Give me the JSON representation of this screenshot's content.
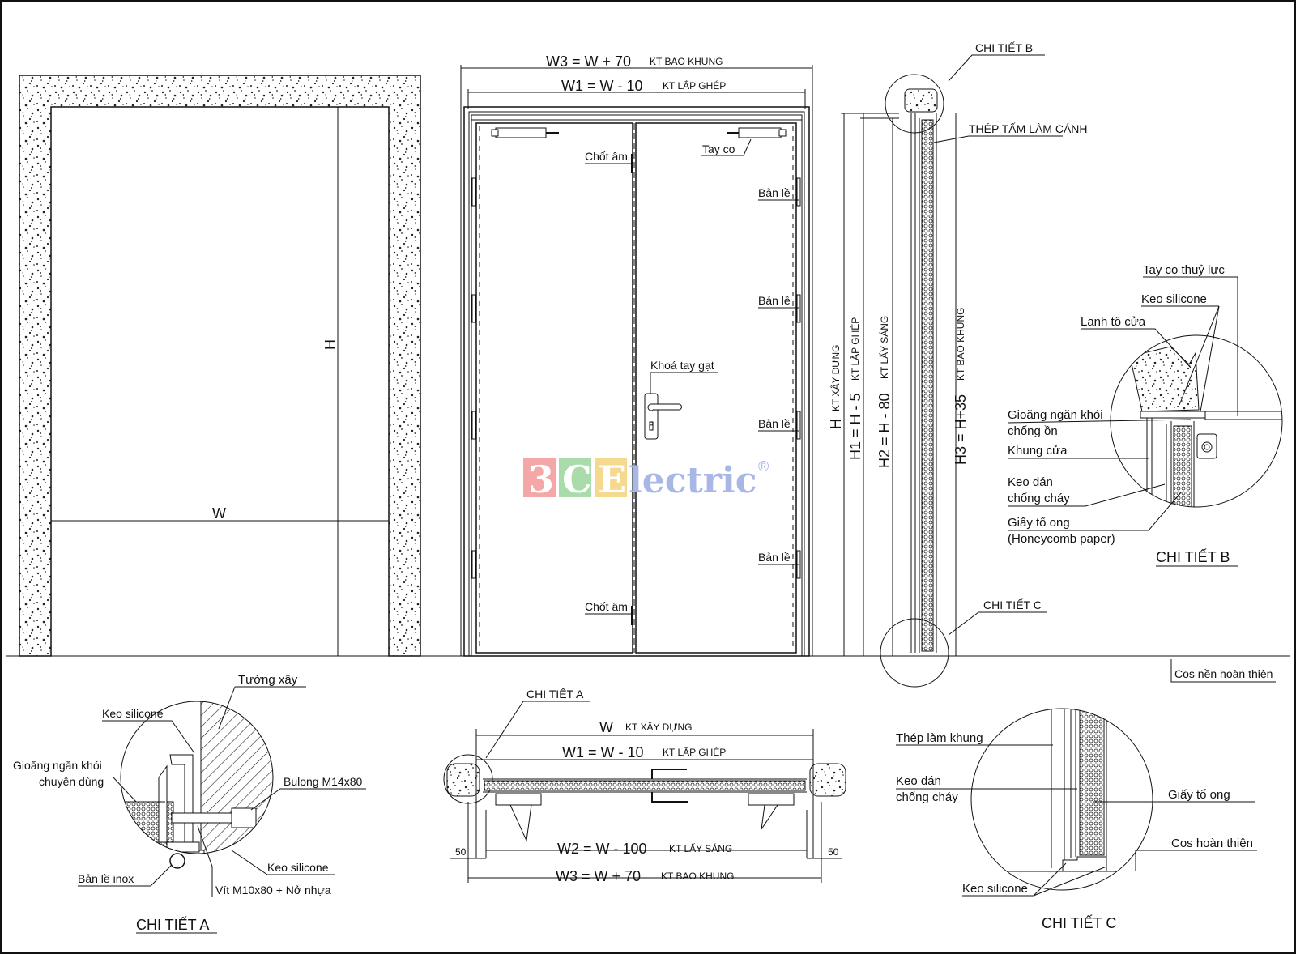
{
  "elevation_single": {
    "label_w": "W",
    "label_h": "H"
  },
  "door_front": {
    "w3_main": "W3 = W + 70",
    "w3_sub": "KT BAO KHUNG",
    "w1_main": "W1 = W - 10",
    "w1_sub": "KT LẮP GHÉP",
    "chot_am_top": "Chốt âm",
    "tay_co": "Tay co",
    "ban_le_1": "Bản lề",
    "ban_le_2": "Bản lề",
    "ban_le_3": "Bản lề",
    "ban_le_4": "Bản lề",
    "khoa": "Khoá tay gạt",
    "chot_am_bottom": "Chốt âm"
  },
  "watermark": {
    "p1": "3",
    "p2": "C",
    "p3": "E",
    "rest": "lectric",
    "reg": "®"
  },
  "heights": {
    "h_main": "H",
    "h_sub": "KT XÂY DỰNG",
    "h1_main": "H1 = H - 5",
    "h1_sub": "KT LẮP GHÉP",
    "h2_main": "H2 = H - 80",
    "h2_sub": "KT LẤY SÁNG",
    "h3_main": "H3 = H+35",
    "h3_sub": "KT BAO KHUNG"
  },
  "section": {
    "chi_tiet_b": "CHI TIẾT B",
    "thep_tam": "THÉP TẤM LÀM CÁNH",
    "chi_tiet_c": "CHI TIẾT C",
    "cos_nen": "Cos nền hoàn thiện"
  },
  "detail_b": {
    "tay_co_thuy_luc": "Tay co thuỷ lực",
    "keo_silicone": "Keo silicone",
    "lanh_to": "Lanh tô cửa",
    "gioang_1": "Gioăng ngăn khói",
    "gioang_2": "chống ồn",
    "khung_cua": "Khung cửa",
    "keo_dan_1": "Keo dán",
    "keo_dan_2": "chống cháy",
    "giay_to_ong_1": "Giấy tổ ong",
    "giay_to_ong_2": "(Honeycomb paper)",
    "title": "CHI TIẾT B"
  },
  "detail_a": {
    "tuong_xay": "Tường xây",
    "keo_silicone_top": "Keo silicone",
    "gioang_1": "Gioăng ngăn khói",
    "gioang_2": "chuyên dùng",
    "bulong": "Bulong M14x80",
    "keo_silicone_bottom": "Keo silicone",
    "ban_le_inox": "Bản lề inox",
    "vit": "Vít M10x80 + Nở nhựa",
    "title": "CHI TIẾT A"
  },
  "plan": {
    "chi_tiet_a": "CHI TIẾT A",
    "w_main": "W",
    "w_sub": "KT XÂY DỰNG",
    "w1_main": "W1 = W - 10",
    "w1_sub": "KT LẮP GHÉP",
    "w2_main": "W2 = W - 100",
    "w2_sub": "KT LẤY SÁNG",
    "w3_main": "W3 = W + 70",
    "w3_sub": "KT BAO KHUNG",
    "dim_left": "50",
    "dim_right": "50"
  },
  "detail_c": {
    "thep_khung": "Thép làm khung",
    "keo_dan_1": "Keo dán",
    "keo_dan_2": "chống cháy",
    "giay_to_ong": "Giấy tổ ong",
    "cos_hoan_thien": "Cos hoàn thiện",
    "keo_silicone": "Keo silicone",
    "title": "CHI TIẾT C"
  }
}
